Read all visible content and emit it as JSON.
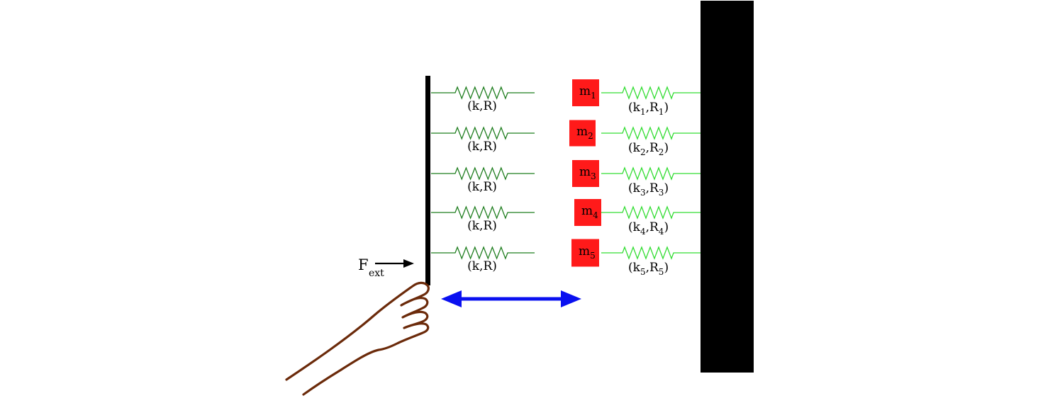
{
  "colors": {
    "background": "#ffffff",
    "wall": "#000000",
    "plate": "#000000",
    "left_spring": "#1e7d1e",
    "right_spring": "#33dd33",
    "mass": "#ff1a1a",
    "motion_arrow": "#0a10f0",
    "hand": "#6b2a0a"
  },
  "force": {
    "symbol": "F",
    "subscript": "ext"
  },
  "left_springs": [
    {
      "label": "(k,R)"
    },
    {
      "label": "(k,R)"
    },
    {
      "label": "(k,R)"
    },
    {
      "label": "(k,R)"
    },
    {
      "label": "(k,R)"
    }
  ],
  "oscillators": [
    {
      "mass": {
        "symbol": "m",
        "index": "1"
      },
      "spring": {
        "k": "k",
        "r": "R",
        "index": "1"
      }
    },
    {
      "mass": {
        "symbol": "m",
        "index": "2"
      },
      "spring": {
        "k": "k",
        "r": "R",
        "index": "2"
      }
    },
    {
      "mass": {
        "symbol": "m",
        "index": "3"
      },
      "spring": {
        "k": "k",
        "r": "R",
        "index": "3"
      }
    },
    {
      "mass": {
        "symbol": "m",
        "index": "4"
      },
      "spring": {
        "k": "k",
        "r": "R",
        "index": "4"
      }
    },
    {
      "mass": {
        "symbol": "m",
        "index": "5"
      },
      "spring": {
        "k": "k",
        "r": "R",
        "index": "5"
      }
    }
  ],
  "icons": {
    "hand": "pushing-hand-icon",
    "force_arrow": "arrow-right-icon",
    "motion_arrow": "double-arrow-icon"
  }
}
